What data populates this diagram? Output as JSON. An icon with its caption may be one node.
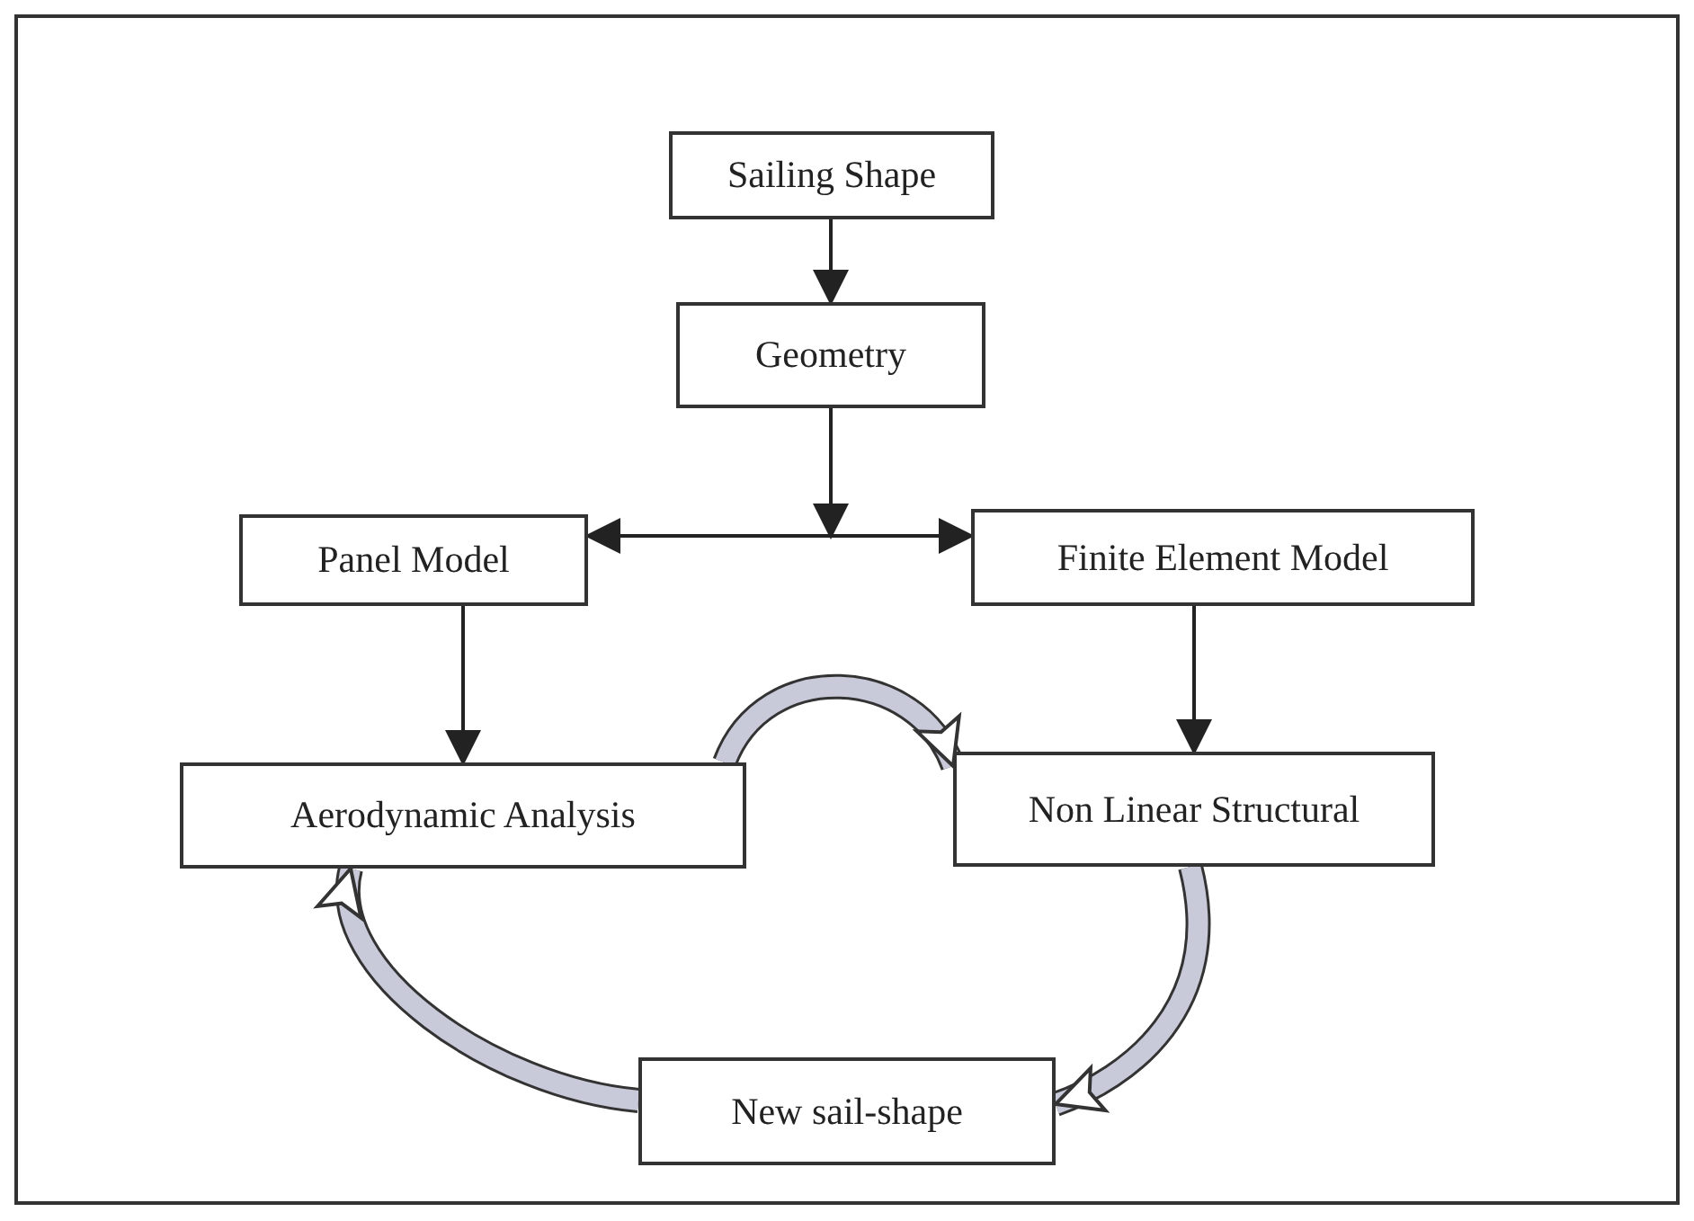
{
  "diagram": {
    "nodes": [
      {
        "text": [
          "Sailing Shape"
        ]
      },
      {
        "text": [
          "Geometry"
        ]
      },
      {
        "text": [
          "Panel Model"
        ]
      },
      {
        "text": [
          "Finite Element Model"
        ]
      },
      {
        "text": [
          "Aerodynamic Analysis"
        ]
      },
      {
        "text": [
          "Non Linear Structural"
        ]
      },
      {
        "text": [
          "New sail-shape"
        ]
      }
    ],
    "edges": [
      {
        "from": 0,
        "to": 1,
        "arrow": "to"
      },
      {
        "from": 1,
        "to": 2,
        "arrow": "to"
      },
      {
        "from": 1,
        "to": 3,
        "arrow": "to"
      },
      {
        "from": 2,
        "to": 4,
        "arrow": "to"
      },
      {
        "from": 3,
        "to": 5,
        "arrow": "to"
      },
      {
        "from": 4,
        "to": 5,
        "arrow": "to",
        "style": "thick"
      },
      {
        "from": 5,
        "to": 6,
        "arrow": "to",
        "style": "thick"
      },
      {
        "from": 6,
        "to": 4,
        "arrow": "to",
        "style": "thick"
      }
    ]
  }
}
